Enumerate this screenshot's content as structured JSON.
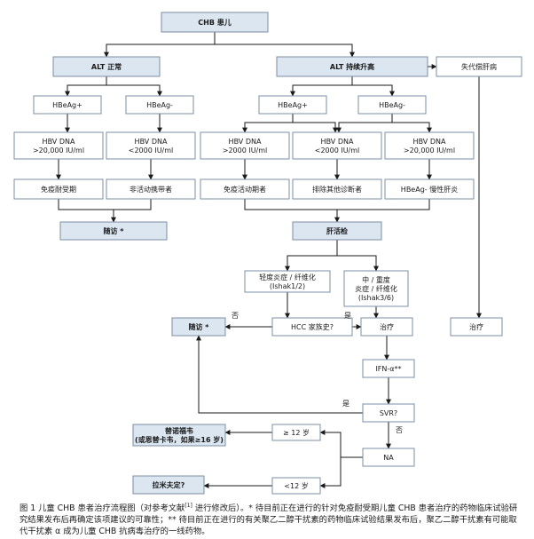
{
  "nodes": {
    "chb": {
      "lines": [
        "CHB 患儿"
      ],
      "style": "blue"
    },
    "alt_normal": {
      "lines": [
        "ALT 正常"
      ],
      "style": "blue"
    },
    "alt_high": {
      "lines": [
        "ALT 持续升高"
      ],
      "style": "blue"
    },
    "decomp": {
      "lines": [
        "失代偿肝病"
      ],
      "style": "white"
    },
    "hbeag_pos_l": {
      "lines": [
        "HBeAg+"
      ],
      "style": "white"
    },
    "hbeag_neg_l": {
      "lines": [
        "HBeAg-"
      ],
      "style": "white"
    },
    "hbeag_pos_r": {
      "lines": [
        "HBeAg+"
      ],
      "style": "white"
    },
    "hbeag_neg_r": {
      "lines": [
        "HBeAg-"
      ],
      "style": "white"
    },
    "dna1": {
      "lines": [
        "HBV DNA",
        ">20,000 IU/ml"
      ],
      "style": "white"
    },
    "dna2": {
      "lines": [
        "HBV DNA",
        "<2000 IU/ml"
      ],
      "style": "white"
    },
    "dna3": {
      "lines": [
        "HBV DNA",
        ">2000 IU/ml"
      ],
      "style": "white"
    },
    "dna4": {
      "lines": [
        "HBV DNA",
        "<2000 IU/ml"
      ],
      "style": "white"
    },
    "dna5": {
      "lines": [
        "HBV DNA",
        ">20,000 IU/ml"
      ],
      "style": "white"
    },
    "immune_tol": {
      "lines": [
        "免疫耐受期"
      ],
      "style": "white"
    },
    "inactive": {
      "lines": [
        "非活动携带者"
      ],
      "style": "white"
    },
    "immune_act": {
      "lines": [
        "免疫活动期者"
      ],
      "style": "white"
    },
    "exclude": {
      "lines": [
        "排除其他诊断者"
      ],
      "style": "white"
    },
    "hbeag_neg_hep": {
      "lines": [
        "HBeAg- 慢性肝炎"
      ],
      "style": "white"
    },
    "followup1": {
      "lines": [
        "随访 *"
      ],
      "style": "blue"
    },
    "biopsy": {
      "lines": [
        "肝活检"
      ],
      "style": "blue"
    },
    "mild": {
      "lines": [
        "轻度炎症 / 纤维化",
        "(Ishak1/2)"
      ],
      "style": "white"
    },
    "moderate": {
      "lines": [
        "中 / 重度",
        "炎症 / 纤维化",
        "(Ishak3/6)"
      ],
      "style": "white"
    },
    "followup2": {
      "lines": [
        "随访 *"
      ],
      "style": "blue"
    },
    "hcc": {
      "lines": [
        "HCC 家族史?"
      ],
      "style": "white"
    },
    "treat1": {
      "lines": [
        "治疗"
      ],
      "style": "white"
    },
    "treat2": {
      "lines": [
        "治疗"
      ],
      "style": "white"
    },
    "ifn": {
      "lines": [
        "IFN-α**"
      ],
      "style": "white"
    },
    "svr": {
      "lines": [
        "SVR?"
      ],
      "style": "white"
    },
    "tenofovir": {
      "lines": [
        "替诺福韦",
        "(或恩替卡韦，如果≥16 岁)"
      ],
      "style": "blue"
    },
    "ge12": {
      "lines": [
        "≥ 12 岁"
      ],
      "style": "white"
    },
    "na": {
      "lines": [
        "NA"
      ],
      "style": "white"
    },
    "lamivudine": {
      "lines": [
        "拉米夫定?"
      ],
      "style": "blue"
    },
    "lt12": {
      "lines": [
        "<12 岁"
      ],
      "style": "white"
    }
  },
  "edge_labels": {
    "no_hcc": "否",
    "yes_hcc": "是",
    "yes_svr": "是",
    "no_svr": "否"
  },
  "caption": {
    "lead": "图 1 儿童 CHB 患者治疗流程图（对参考文献",
    "ref": "[1]",
    "rest": " 进行修改后）。* 待目前正在进行的针对免疫耐受期儿童 CHB 患者治疗的药物临床试验研究结果发布后再确定该项建议的可靠性；** 待目前正在进行的有关聚乙二醇干扰素的药物临床试验结果发布后，聚乙二醇干扰素有可能取代干扰素 α 成为儿童 CHB 抗病毒治疗的一线药物。"
  }
}
